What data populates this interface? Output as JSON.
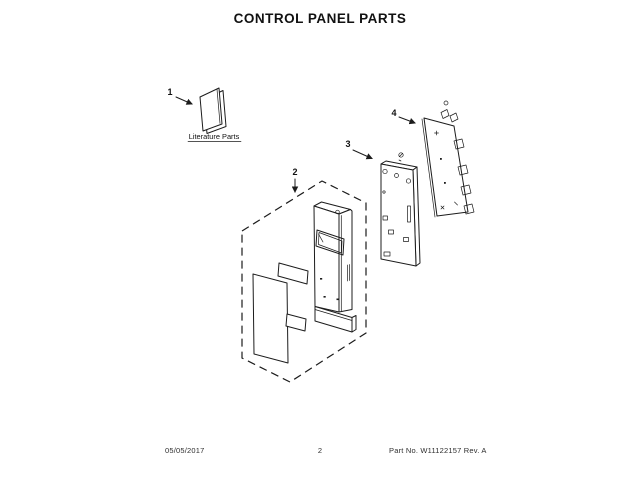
{
  "page": {
    "title": "CONTROL PANEL PARTS",
    "footer": {
      "date": "05/05/2017",
      "page_number": "2",
      "part_no": "Part No. W11122157  Rev. A"
    }
  },
  "diagram": {
    "type": "exploded-parts-diagram",
    "parts": [
      {
        "number": "1",
        "label": "Literature Parts"
      },
      {
        "number": "2"
      },
      {
        "number": "3"
      },
      {
        "number": "4"
      }
    ]
  },
  "colors": {
    "line": "#1c1c1c",
    "background": "#ffffff",
    "footer_text": "#2e2e2e"
  }
}
